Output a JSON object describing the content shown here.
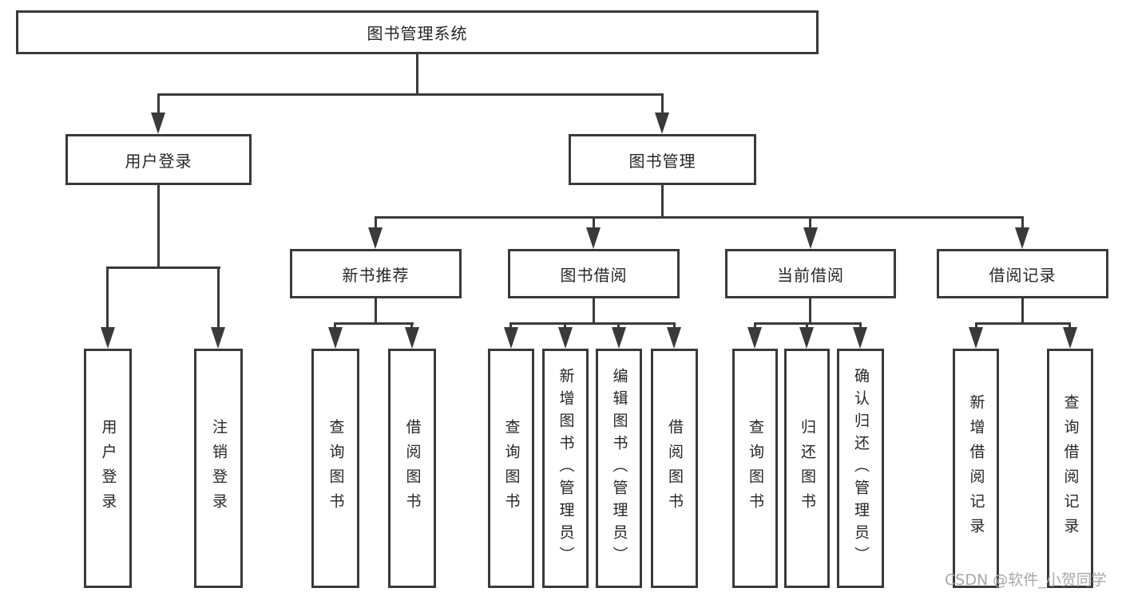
{
  "diagram_title": "图书管理系统",
  "tree": {
    "root": {
      "label": "图书管理系统",
      "children": [
        {
          "label": "用户登录",
          "children": [
            {
              "label": "用户登录"
            },
            {
              "label": "注销登录"
            }
          ]
        },
        {
          "label": "图书管理",
          "children": [
            {
              "label": "新书推荐",
              "children": [
                {
                  "label": "查询图书"
                },
                {
                  "label": "借阅图书"
                }
              ]
            },
            {
              "label": "图书借阅",
              "children": [
                {
                  "label": "查询图书"
                },
                {
                  "label": "新增图书（管理员）"
                },
                {
                  "label": "编辑图书（管理员）"
                },
                {
                  "label": "借阅图书"
                }
              ]
            },
            {
              "label": "当前借阅",
              "children": [
                {
                  "label": "查询图书"
                },
                {
                  "label": "归还图书"
                },
                {
                  "label": "确认归还（管理员）"
                }
              ]
            },
            {
              "label": "借阅记录",
              "children": [
                {
                  "label": "新增借阅记录"
                },
                {
                  "label": "查询借阅记录"
                }
              ]
            }
          ]
        }
      ]
    }
  },
  "watermark": "CSDN @软件_小贺同学",
  "colors": {
    "line": "#3a3a3c",
    "text": "#262626",
    "watermark": "#a8a8a8",
    "background": "#ffffff"
  }
}
